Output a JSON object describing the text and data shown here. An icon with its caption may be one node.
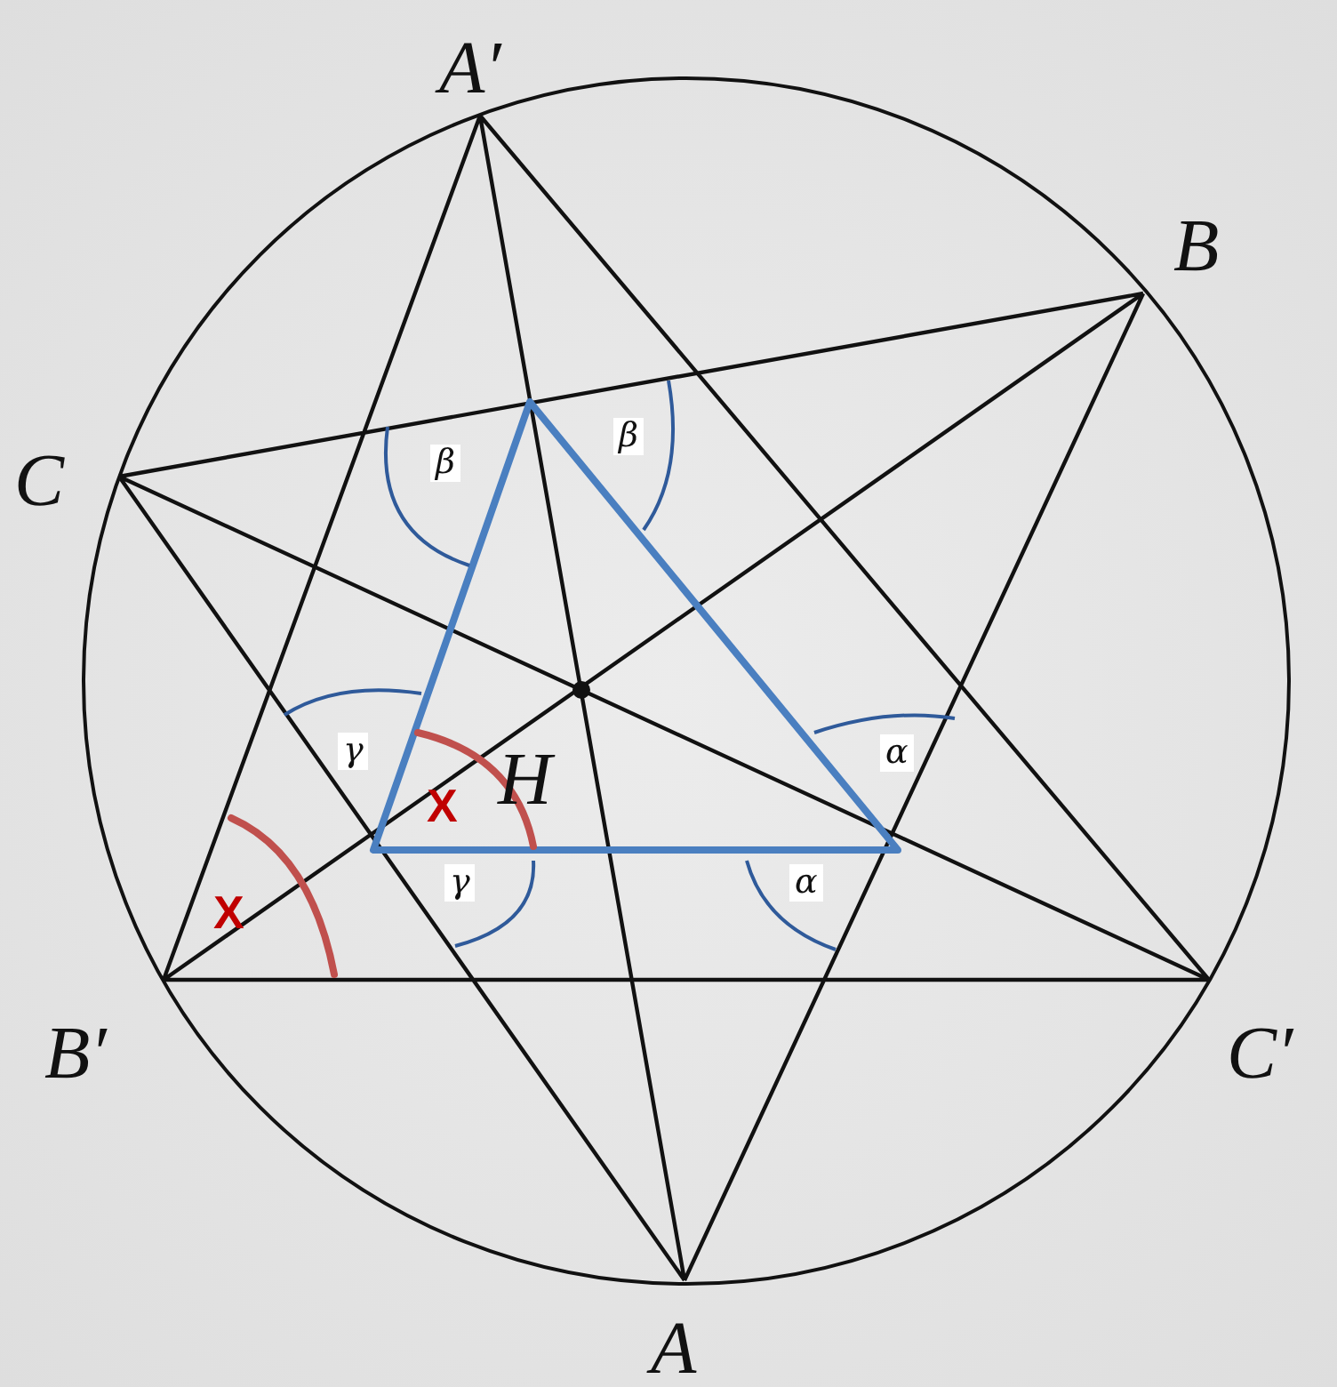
{
  "diagram": {
    "labels": [
      "A′",
      "B",
      "C",
      "H",
      "B′",
      "C′",
      "A",
      "β",
      "β",
      "γ",
      "α",
      "γ",
      "α",
      "X",
      "X"
    ]
  }
}
